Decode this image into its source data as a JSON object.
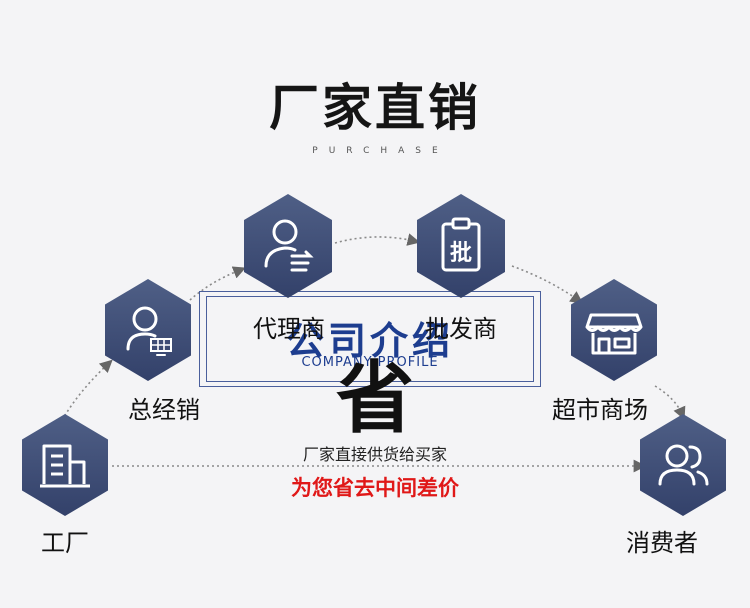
{
  "header": {
    "title": "厂家直销",
    "subtitle": "PURCHASE"
  },
  "nodes": [
    {
      "label": "工厂",
      "icon": "building-icon"
    },
    {
      "label": "总经销",
      "icon": "person-solar-panel-icon"
    },
    {
      "label": "代理商",
      "icon": "person-transfer-icon"
    },
    {
      "label": "批发商",
      "icon": "clipboard-pi-icon"
    },
    {
      "label": "超市商场",
      "icon": "storefront-icon"
    },
    {
      "label": "消费者",
      "icon": "users-icon"
    }
  ],
  "watermark": {
    "title": "公司介绍",
    "subtitle": "COMPANY PROFILE"
  },
  "center": {
    "big_char": "省",
    "line1": "厂家直接供货给买家",
    "line2": "为您省去中间差价"
  },
  "colors": {
    "hex_fill": "#3d4a72",
    "accent_red": "#e01818",
    "watermark_blue": "#1d3d8f"
  }
}
